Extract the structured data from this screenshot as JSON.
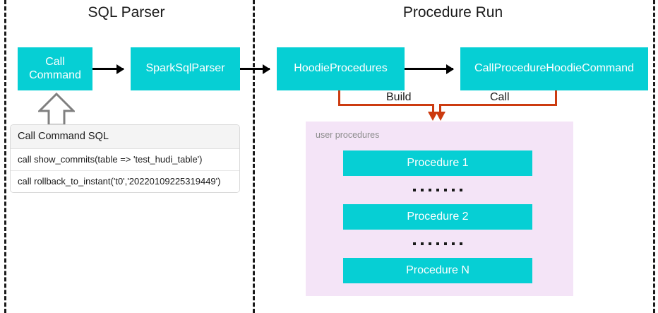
{
  "sections": {
    "left": {
      "title": "SQL Parser"
    },
    "right": {
      "title": "Procedure Run"
    }
  },
  "boxes": {
    "call_command": "Call\nCommand",
    "call_command_line1": "Call",
    "call_command_line2": "Command",
    "spark_sql_parser": "SparkSqlParser",
    "hoodie_procedures": "HoodieProcedures",
    "call_procedure_hoodie_command": "CallProcedureHoodieCommand"
  },
  "sql_box": {
    "header": "Call Command SQL",
    "rows": [
      "call show_commits(table => 'test_hudi_table')",
      "call rollback_to_instant('t0','20220109225319449')"
    ]
  },
  "connectors": {
    "build_label": "Build",
    "call_label": "Call"
  },
  "user_procedures": {
    "label": "user procedures",
    "items": [
      {
        "label": "Procedure 1"
      },
      {
        "label": "Procedure 2"
      },
      {
        "label": "Procedure N"
      }
    ],
    "separator_dots": 7
  },
  "colors": {
    "teal": "#06CFD4",
    "panel_purple": "#F4E4F7",
    "connector_orange": "#CC3B10",
    "arrow_black": "#000000",
    "divider": "#1A1A1A"
  }
}
